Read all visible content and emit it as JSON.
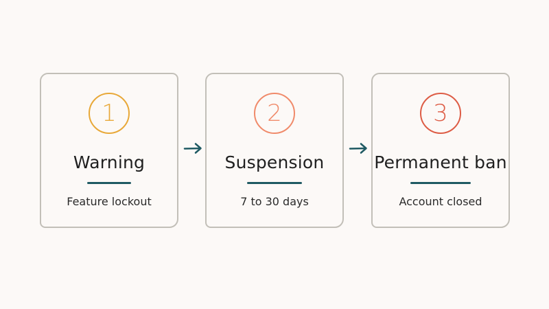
{
  "colors": {
    "background": "#fcf9f7",
    "card_border": "#c2bfb8",
    "underline": "#1f5a63",
    "arrow": "#1f5a63",
    "stage_1": "#e8a838",
    "stage_2": "#f08a6a",
    "stage_3": "#dd5c45"
  },
  "connector_icon": "arrow-right-icon",
  "stages": [
    {
      "number": "1",
      "title": "Warning",
      "description": "Feature lockout"
    },
    {
      "number": "2",
      "title": "Suspension",
      "description": "7 to 30 days"
    },
    {
      "number": "3",
      "title": "Permanent ban",
      "description": "Account closed"
    }
  ]
}
